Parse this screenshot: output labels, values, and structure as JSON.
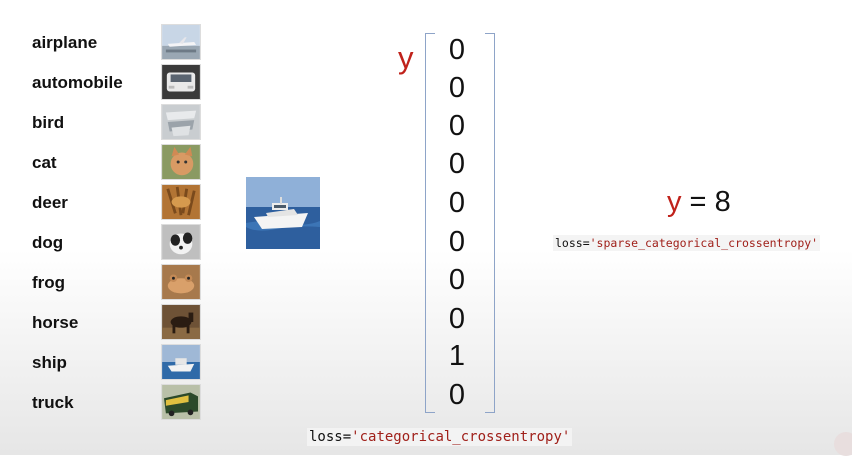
{
  "classes": [
    {
      "label": "airplane",
      "thumb": "airplane-thumbnail"
    },
    {
      "label": "automobile",
      "thumb": "automobile-thumbnail"
    },
    {
      "label": "bird",
      "thumb": "bird-thumbnail"
    },
    {
      "label": "cat",
      "thumb": "cat-thumbnail"
    },
    {
      "label": "deer",
      "thumb": "deer-thumbnail"
    },
    {
      "label": "dog",
      "thumb": "dog-thumbnail"
    },
    {
      "label": "frog",
      "thumb": "frog-thumbnail"
    },
    {
      "label": "horse",
      "thumb": "horse-thumbnail"
    },
    {
      "label": "ship",
      "thumb": "ship-thumbnail"
    },
    {
      "label": "truck",
      "thumb": "truck-thumbnail"
    }
  ],
  "example_image": "ship-image",
  "y_label": "y",
  "one_hot": [
    "0",
    "0",
    "0",
    "0",
    "0",
    "0",
    "0",
    "0",
    "1",
    "0"
  ],
  "sparse_label": {
    "var": "y",
    "eq": " = ",
    "value": "8"
  },
  "sparse_loss": {
    "key": "loss=",
    "value": "'sparse_categorical_crossentropy'"
  },
  "categorical_loss": {
    "key": "loss=",
    "value": "'categorical_crossentropy'"
  },
  "colors": {
    "accent_red": "#c0221b",
    "bracket": "#8ea4c8",
    "text": "#111111"
  }
}
